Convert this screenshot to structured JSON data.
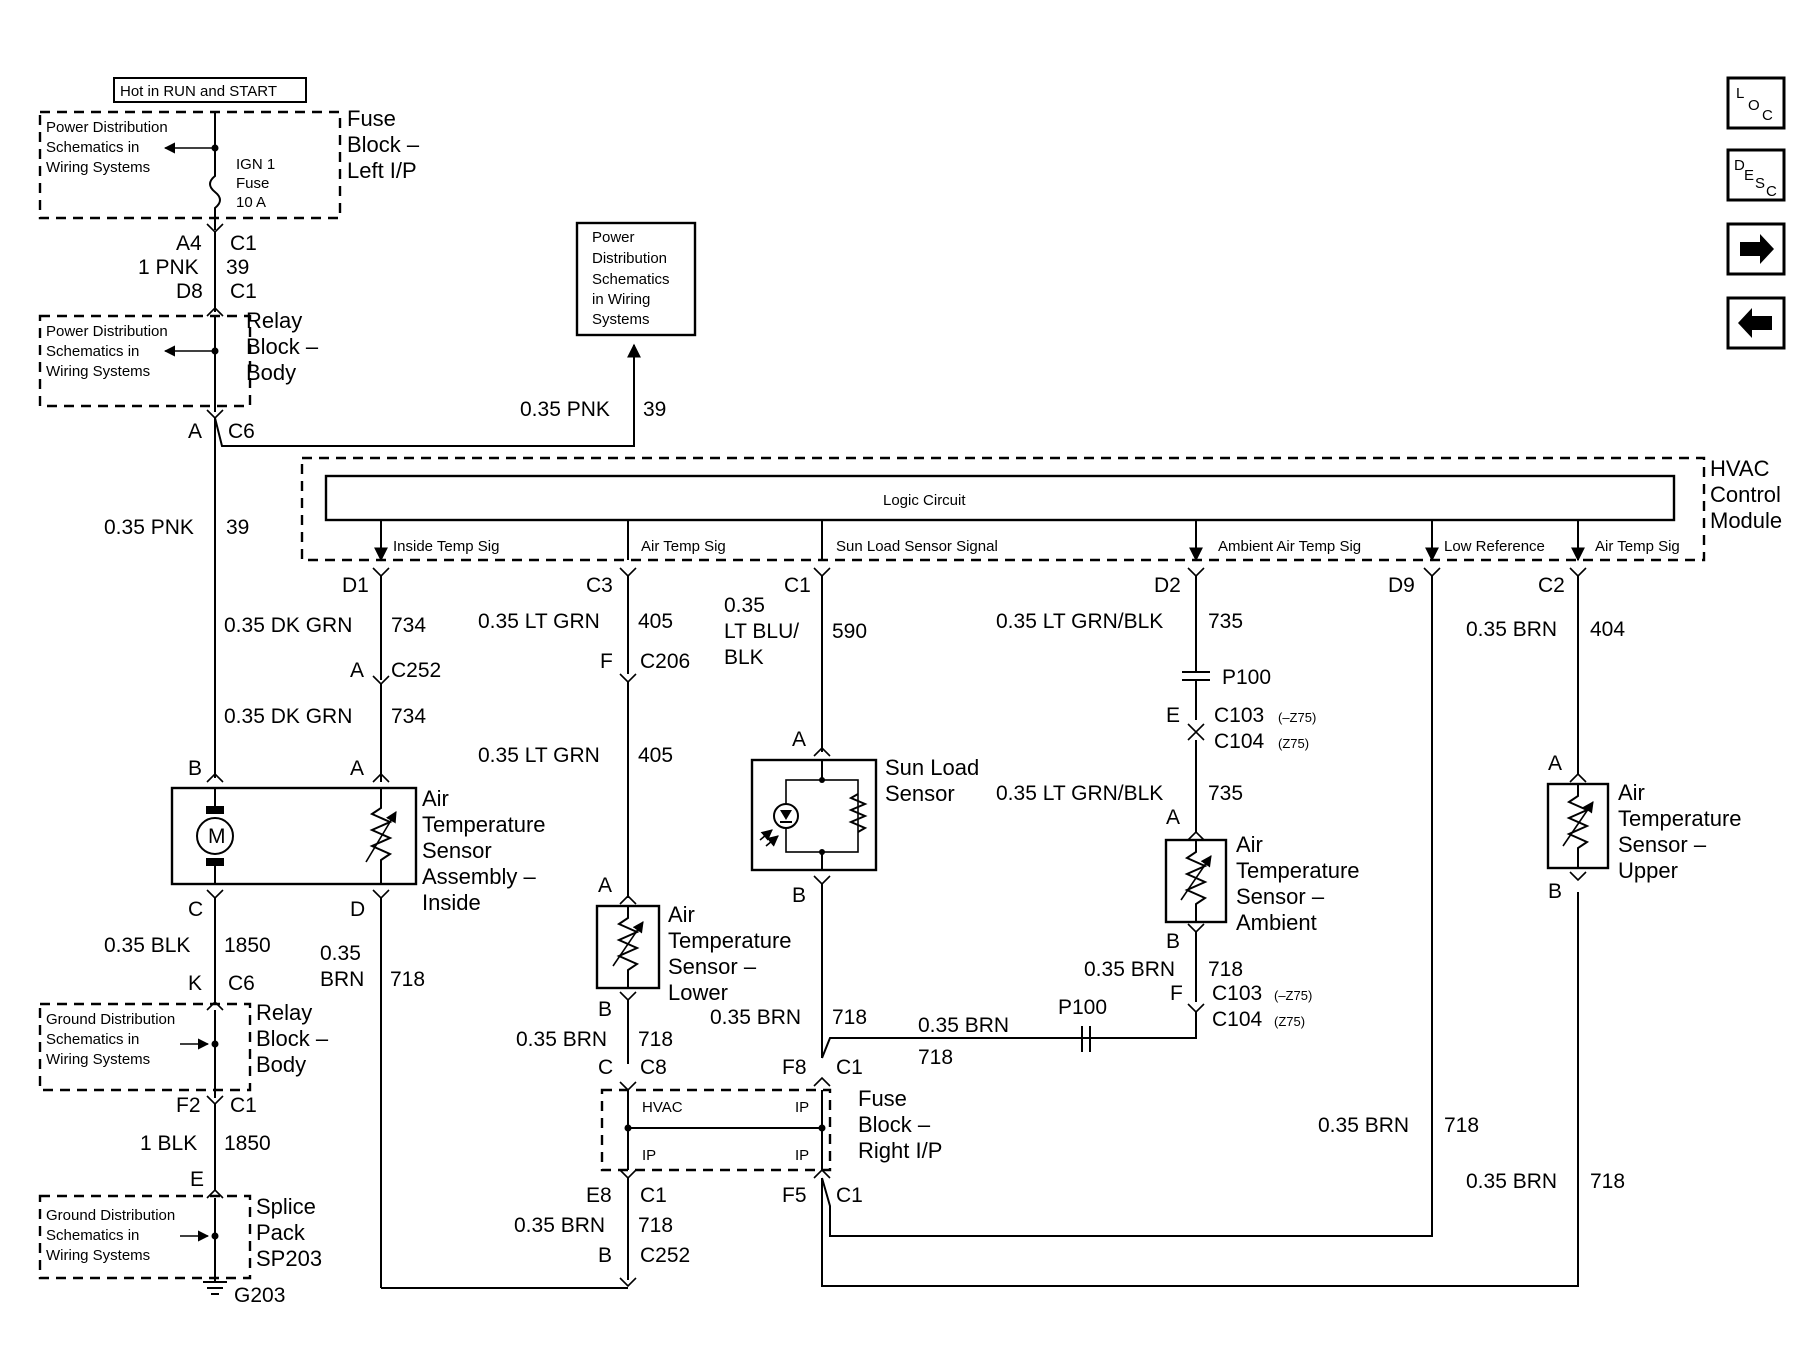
{
  "nav": {
    "loc_icon": "LOC",
    "desc_icon": "DESC",
    "next_icon": "arrow-right-icon",
    "prev_icon": "arrow-left-icon"
  },
  "diagram": {
    "hot_in_run": "Hot in RUN and START",
    "pd_1": "Power Distribution",
    "pd_2": "Schematics in",
    "pd_3": "Wiring Systems",
    "gd_1": "Ground Distribution",
    "gd_2": "Schematics in",
    "gd_3": "Wiring Systems",
    "fuse_name": "IGN 1",
    "fuse_word": "Fuse",
    "fuse_amp": "10 A",
    "fb_left_1": "Fuse",
    "fb_left_2": "Block –",
    "fb_left_3": "Left I/P",
    "a4": "A4",
    "c1": "C1",
    "pnk1": "1 PNK",
    "n39": "39",
    "d8": "D8",
    "relay_1": "Relay",
    "relay_2": "Block –",
    "relay_3": "Body",
    "pdb_1": "Power",
    "pdb_2": "Distribution",
    "pdb_3": "Schematics",
    "pdb_4": "in Wiring",
    "pdb_5": "Systems",
    "w035pnk": "0.35 PNK",
    "a": "A",
    "b": "B",
    "c": "C",
    "d": "D",
    "e": "E",
    "f": "F",
    "k": "K",
    "c6": "C6",
    "c8": "C8",
    "c2": "C2",
    "c3": "C3",
    "d1": "D1",
    "d2": "D2",
    "d9": "D9",
    "hvac_1": "HVAC",
    "hvac_2": "Control",
    "hvac_3": "Module",
    "logic": "Logic Circuit",
    "sig_inside": "Inside Temp Sig",
    "sig_air": "Air Temp Sig",
    "sig_sun": "Sun Load Sensor Signal",
    "sig_amb": "Ambient  Air Temp Sig",
    "sig_low": "Low Reference",
    "w_dkgrn": "0.35 DK GRN",
    "n734": "734",
    "c252": "C252",
    "w_ltgrn": "0.35 LT GRN",
    "n405": "405",
    "c206": "C206",
    "w035": "0.35",
    "ltblu": "LT BLU/",
    "blk": "BLK",
    "n590": "590",
    "w_ltgrnblk": "0.35 LT GRN/BLK",
    "n735": "735",
    "p100": "P100",
    "c103": "C103",
    "c104": "C104",
    "z75n": "(–Z75)",
    "z75": "(Z75)",
    "w_brn": "0.35 BRN",
    "n404": "404",
    "n718": "718",
    "brn": "BRN",
    "sun_1": "Sun Load",
    "sun_2": "Sensor",
    "ats_air": "Air",
    "ats_temp": "Temperature",
    "ats_sensor": "Sensor –",
    "ats_sensor_plain": "Sensor",
    "ats_assembly": "Assembly –",
    "ats_inside": "Inside",
    "ats_lower": "Lower",
    "ats_ambient": "Ambient",
    "ats_upper": "Upper",
    "motor": "M",
    "w035blk": "0.35 BLK",
    "n1850": "1850",
    "f2": "F2",
    "blk1": "1 BLK",
    "e8": "E8",
    "f5": "F5",
    "f8": "F8",
    "hvac_small": "HVAC",
    "ip": "IP",
    "fbr_1": "Fuse",
    "fbr_2": "Block –",
    "fbr_3": "Right I/P",
    "splice_1": "Splice",
    "splice_2": "Pack",
    "splice_3": "SP203",
    "g203": "G203"
  }
}
